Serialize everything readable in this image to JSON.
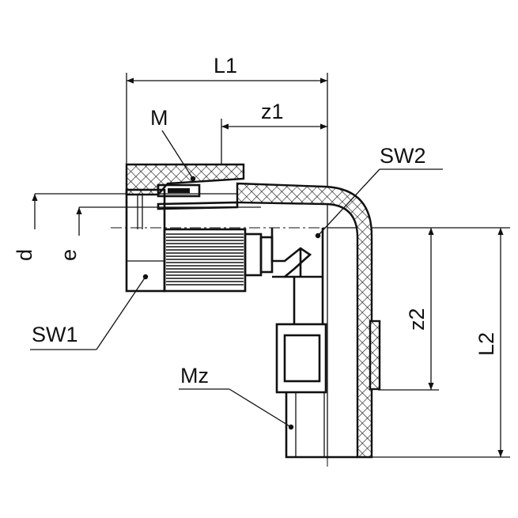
{
  "labels": {
    "L1": "L1",
    "z1": "z1",
    "M": "M",
    "SW2": "SW2",
    "d": "d",
    "e": "e",
    "SW1": "SW1",
    "Mz": "Mz",
    "z2": "z2",
    "L2": "L2"
  },
  "colors": {
    "line": "#111111",
    "background": "#ffffff"
  }
}
